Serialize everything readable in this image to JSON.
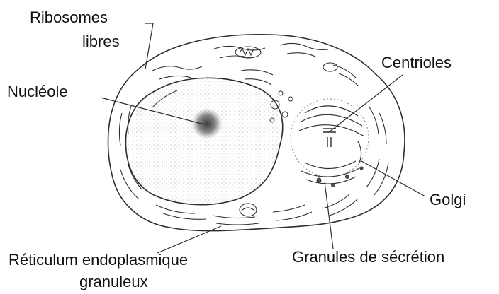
{
  "labels": {
    "ribosomes_line1": "Ribosomes",
    "ribosomes_line2": "libres",
    "nucleole": "Nucléole",
    "centrioles": "Centrioles",
    "golgi": "Golgi",
    "reticulum_line1": "Réticulum endoplasmique",
    "reticulum_line2": "granuleux",
    "granules": "Granules de sécrétion"
  },
  "colors": {
    "ink": "#2e2e2e",
    "text": "#111111",
    "stipple": "#9a9a9a"
  }
}
